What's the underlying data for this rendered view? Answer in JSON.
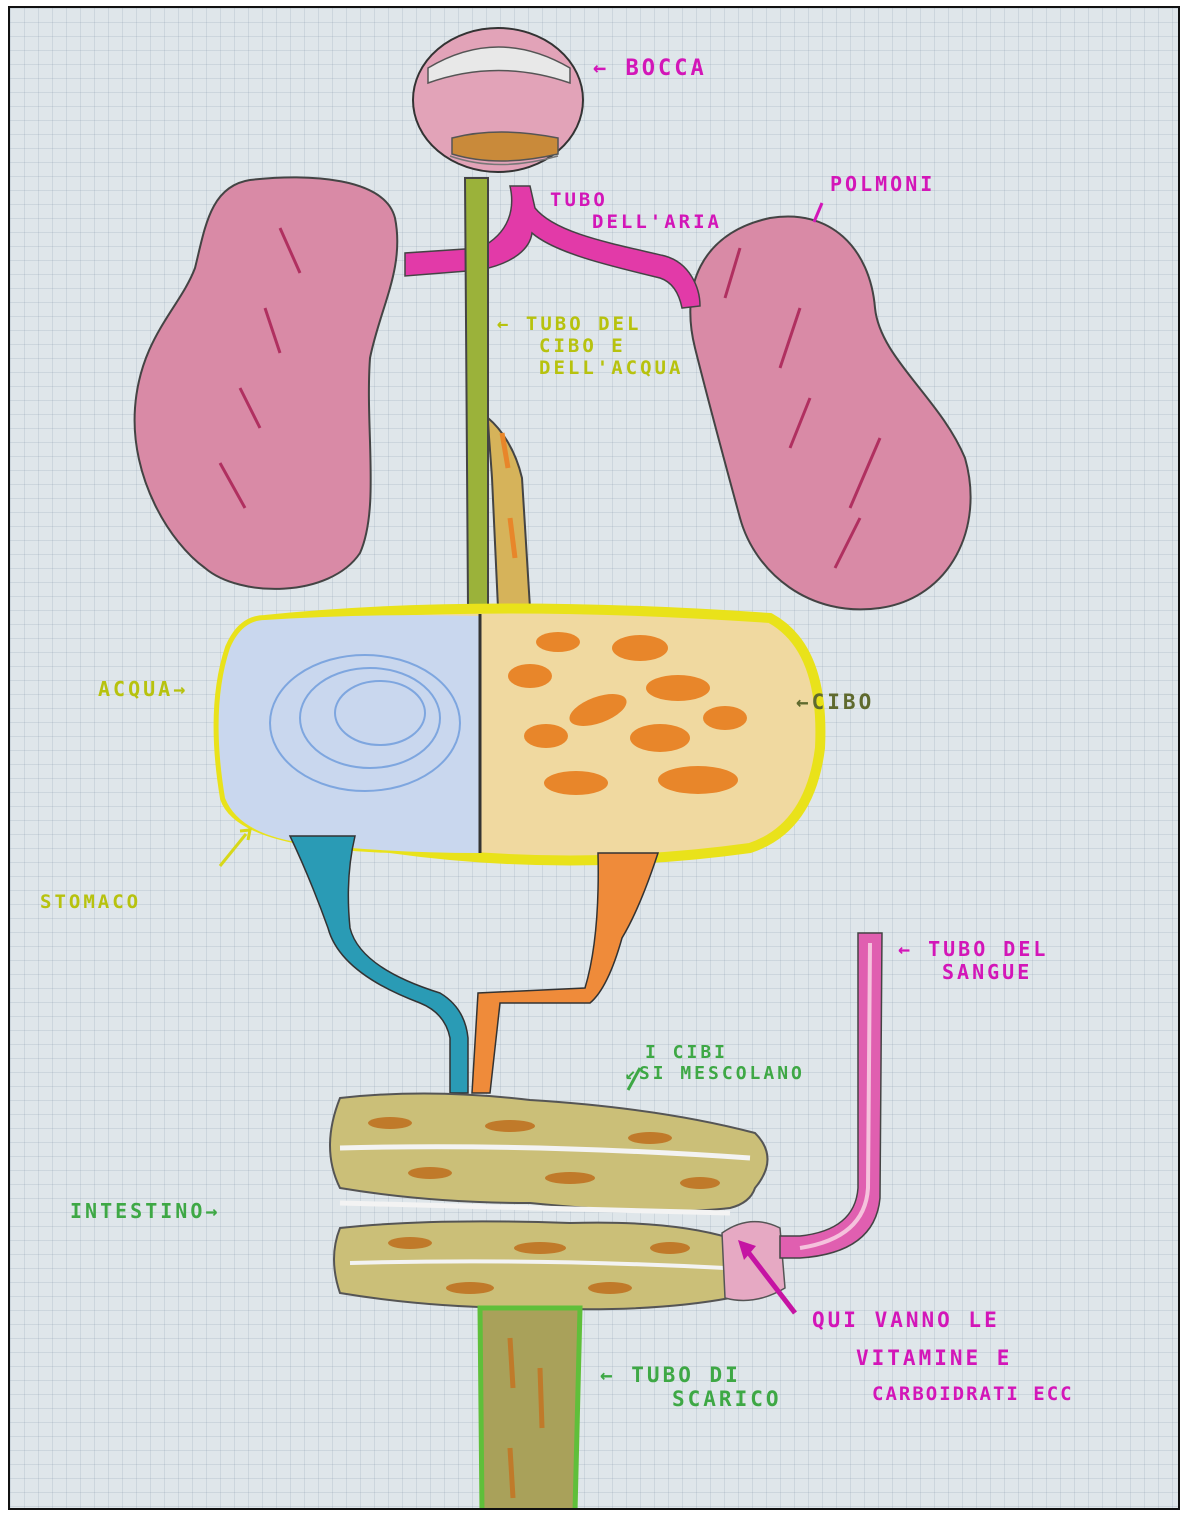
{
  "labels": {
    "bocca": "← BOCCA",
    "polmoni": "POLMONI",
    "tubo_aria": [
      "TUBO",
      "DELL'ARIA"
    ],
    "tubo_cibo": [
      "← TUBO DEL",
      "CIBO E",
      "DELL'ACQUA"
    ],
    "acqua": "ACQUA→",
    "cibo": "←CIBO",
    "stomaco": "STOMACO",
    "tubo_sangue": [
      "← TUBO DEL",
      "SANGUE"
    ],
    "si_mescolano": [
      "I CIBI",
      "↙SI MESCOLANO"
    ],
    "intestino": "INTESTINO→",
    "qui_vanno": [
      "QUI VANNO LE",
      "VITAMINE E",
      "CARBOIDRATI ECC"
    ],
    "tubo_scarico": [
      "← TUBO DI",
      "SCARICO"
    ]
  },
  "colors": {
    "paper": "#dfe6ea",
    "lungs": "#d98aa6",
    "airway": "#e23aa8",
    "food_tube": "#9bb23a",
    "stomach_outline": "#e9e21a",
    "water": "#c9d7ee",
    "food": "#f0d9a0",
    "food_pieces": "#e8862a",
    "water_duct": "#2a9bb5",
    "food_duct": "#ef8b3a",
    "intestine": "#cbbf78",
    "drain": "#a9a15a",
    "drain_outline": "#5fbf3a",
    "blood_tube": "#e05fb0"
  }
}
